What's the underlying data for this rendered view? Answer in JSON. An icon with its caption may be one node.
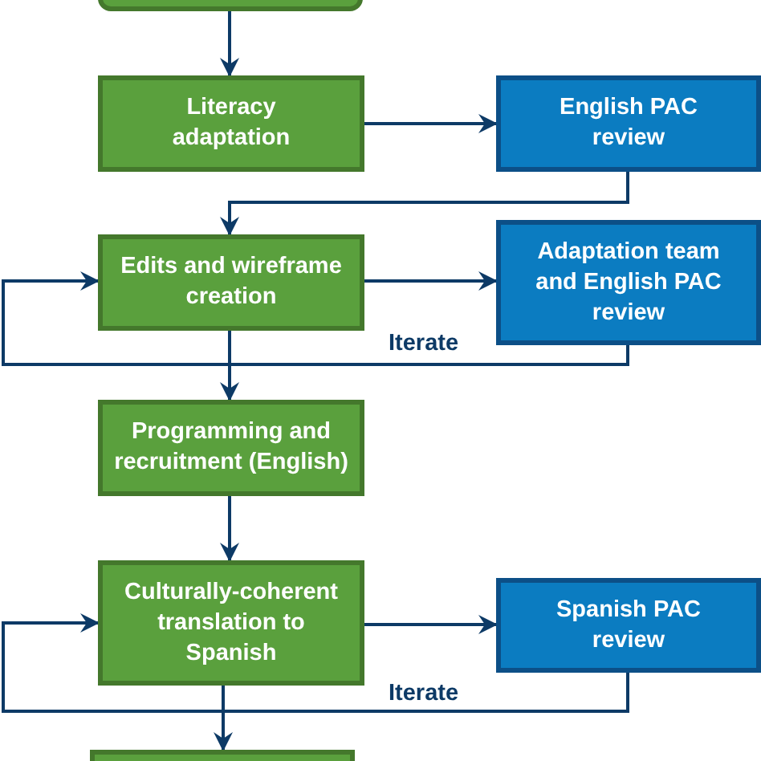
{
  "diagram": {
    "nodes": [
      {
        "text": [],
        "shape": "box"
      },
      {
        "text": [
          "Literacy adaptation"
        ]
      },
      {
        "text": [
          "English PAC review"
        ]
      },
      {
        "text": [
          "Edits and wireframe creation"
        ]
      },
      {
        "text": [
          "Adaptation team and English PAC review"
        ]
      },
      {
        "text": [
          "Programming and recruitment (English)"
        ]
      },
      {
        "text": [
          "Culturally-coherent translation to Spanish"
        ]
      },
      {
        "text": [
          "Spanish PAC review"
        ]
      },
      {
        "text": [],
        "shape": "box"
      }
    ],
    "edges": [
      {
        "from": 0,
        "to": 1,
        "arrow": "to"
      },
      {
        "from": 1,
        "to": 2,
        "arrow": "to"
      },
      {
        "from": 2,
        "to": 3,
        "arrow": "to"
      },
      {
        "from": 3,
        "to": 4,
        "arrow": "to"
      },
      {
        "from": 4,
        "to": 3,
        "arrow": "to",
        "label": "Iterate"
      },
      {
        "from": 3,
        "to": 5,
        "arrow": "to"
      },
      {
        "from": 5,
        "to": 6,
        "arrow": "to"
      },
      {
        "from": 6,
        "to": 7,
        "arrow": "to"
      },
      {
        "from": 7,
        "to": 6,
        "arrow": "to",
        "label": "Iterate"
      },
      {
        "from": 6,
        "to": 8,
        "arrow": "to"
      }
    ]
  }
}
